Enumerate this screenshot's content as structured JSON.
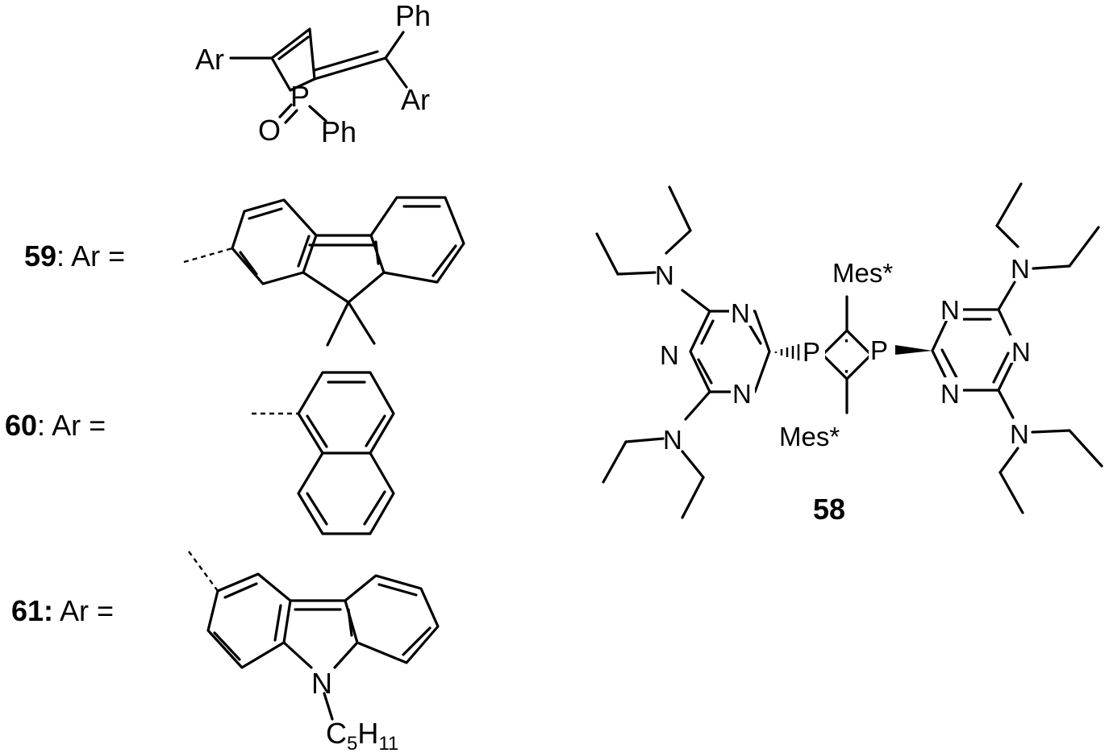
{
  "top_structure": {
    "ar_left": "Ar",
    "ar_right": "Ar",
    "ph_top": "Ph",
    "ph_bottom": "Ph",
    "phosphorus": "P",
    "oxygen": "O"
  },
  "compounds": [
    {
      "number": "59",
      "sep": ":",
      "text": " Ar ="
    },
    {
      "number": "60",
      "sep": ":",
      "text": " Ar ="
    },
    {
      "number": "61:",
      "sep": "",
      "text": " Ar ="
    }
  ],
  "carbazole": {
    "nitrogen": "N",
    "c": "C",
    "c_sub": "5",
    "h": "H",
    "h_sub": "11"
  },
  "compound_58": {
    "label": "58",
    "mes_top": "Mes*",
    "mes_bottom": "Mes*",
    "p_left": "P",
    "p_right": "P",
    "n": "N",
    "radical": "·"
  }
}
